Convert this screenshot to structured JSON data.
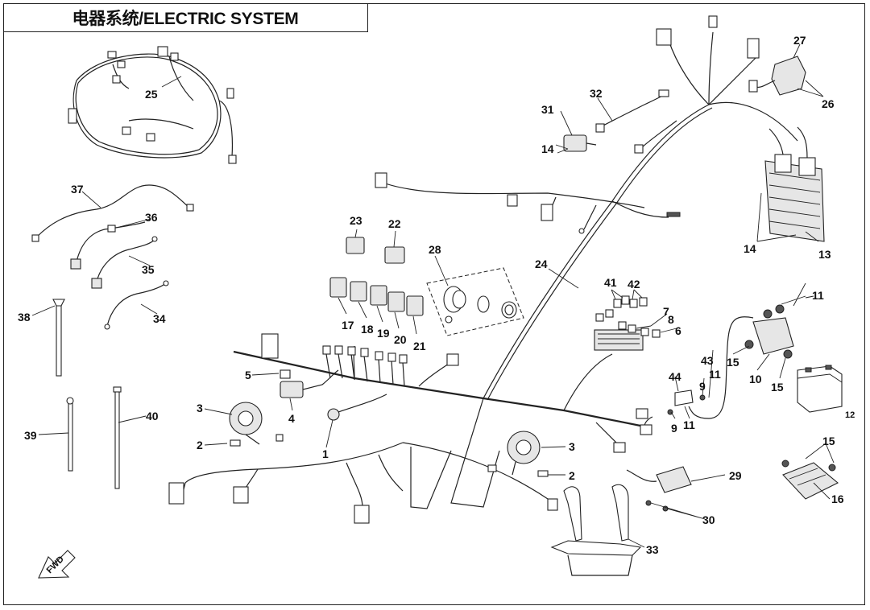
{
  "title": "电器系统/ELECTRIC SYSTEM",
  "callouts": {
    "c1": "1",
    "c2a": "2",
    "c2b": "2",
    "c3a": "3",
    "c3b": "3",
    "c4": "4",
    "c5": "5",
    "c6": "6",
    "c7": "7",
    "c8": "8",
    "c9a": "9",
    "c9b": "9",
    "c10": "10",
    "c11a": "11",
    "c11b": "11",
    "c11c": "11",
    "c12": "12",
    "c13": "13",
    "c14a": "14",
    "c14b": "14",
    "c15a": "15",
    "c15b": "15",
    "c15c": "15",
    "c16": "16",
    "c17": "17",
    "c18": "18",
    "c19": "19",
    "c20": "20",
    "c21": "21",
    "c22": "22",
    "c23": "23",
    "c24": "24",
    "c25": "25",
    "c26": "26",
    "c27": "27",
    "c28": "28",
    "c29": "29",
    "c30": "30",
    "c31": "31",
    "c32": "32",
    "c33": "33",
    "c34": "34",
    "c35": "35",
    "c36": "36",
    "c37": "37",
    "c38": "38",
    "c39": "39",
    "c40": "40",
    "c41": "41",
    "c42": "42",
    "c43": "43",
    "c44": "44"
  },
  "fwd_label": "FWD"
}
